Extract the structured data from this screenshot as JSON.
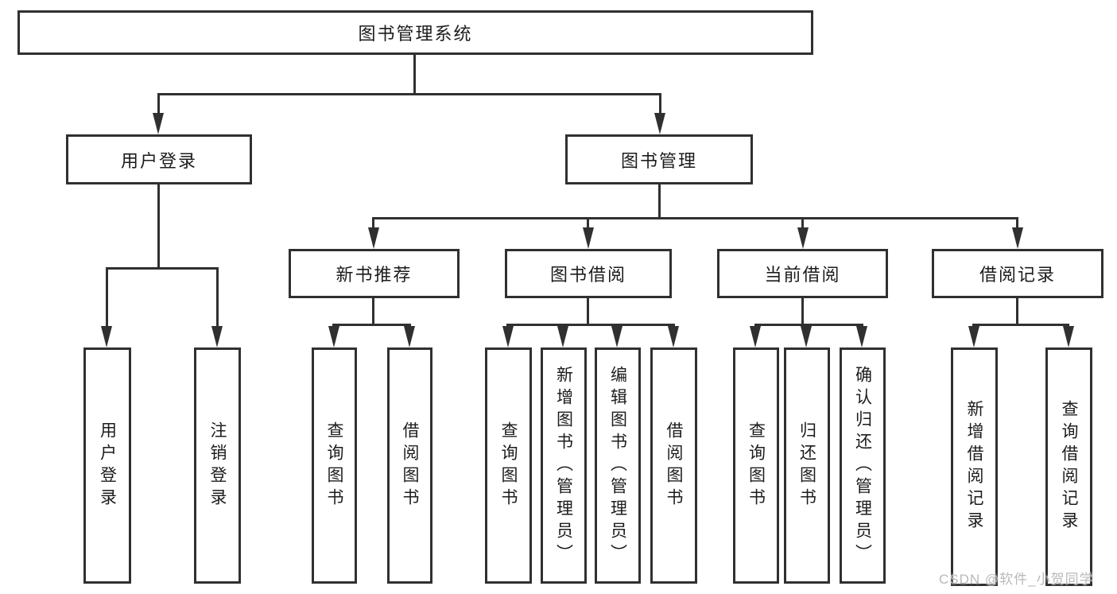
{
  "diagram": {
    "root": "图书管理系统",
    "branches": [
      {
        "label": "用户登录",
        "children": [
          "用户登录",
          "注销登录"
        ]
      },
      {
        "label": "图书管理",
        "sections": [
          {
            "label": "新书推荐",
            "children": [
              "查询图书",
              "借阅图书"
            ]
          },
          {
            "label": "图书借阅",
            "children": [
              "查询图书",
              "新增图书（管理员）",
              "编辑图书（管理员）",
              "借阅图书"
            ]
          },
          {
            "label": "当前借阅",
            "children": [
              "查询图书",
              "归还图书",
              "确认归还（管理员）"
            ]
          },
          {
            "label": "借阅记录",
            "children": [
              "新增借阅记录",
              "查询借阅记录"
            ]
          }
        ]
      }
    ]
  },
  "watermark": "CSDN @软件_小贺同学",
  "colors": {
    "line": "#303030",
    "text": "#1c1c1c",
    "watermark": "#b9b9b9",
    "background": "#ffffff"
  }
}
